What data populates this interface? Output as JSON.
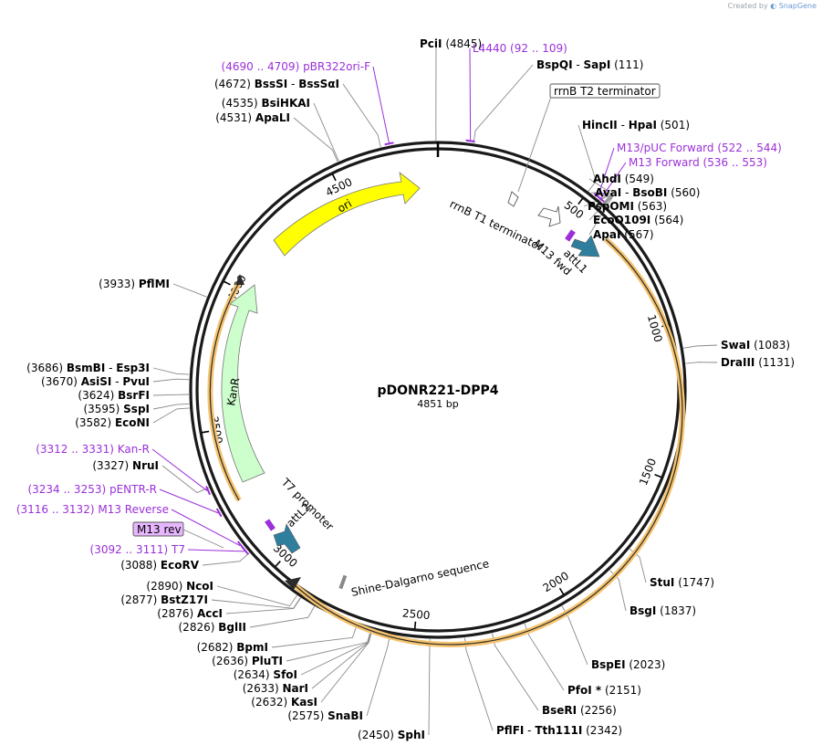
{
  "brand": {
    "created_by": "Created by",
    "name": "SnapGene"
  },
  "plasmid": {
    "name": "pDONR221-DPP4",
    "length_label": "4851 bp",
    "length": 4851
  },
  "colors": {
    "primer": "#9b30d9",
    "ori": "#ffff00",
    "kanr": "#ccffcc",
    "att": "#2e7f9e",
    "orf": "#f5c36e",
    "backbone": "#111111"
  },
  "ticks": [
    {
      "pos": 500,
      "label": "500"
    },
    {
      "pos": 1000,
      "label": "1000"
    },
    {
      "pos": 1500,
      "label": "1500"
    },
    {
      "pos": 2000,
      "label": "2000"
    },
    {
      "pos": 2500,
      "label": "2500"
    },
    {
      "pos": 3000,
      "label": "3000"
    },
    {
      "pos": 3500,
      "label": "3500"
    },
    {
      "pos": 4000,
      "label": "4000"
    },
    {
      "pos": 4500,
      "label": "4500"
    }
  ],
  "sites": [
    {
      "pos": 4845,
      "coord": "(4845)",
      "names": [
        "PciI"
      ]
    },
    {
      "pos": 111,
      "coord": "(111)",
      "names": [
        "BspQI",
        "SapI"
      ]
    },
    {
      "pos": 501,
      "coord": "(501)",
      "names": [
        "HincII",
        "HpaI"
      ]
    },
    {
      "pos": 549,
      "coord": "(549)",
      "names": [
        "AhdI"
      ]
    },
    {
      "pos": 560,
      "coord": "(560)",
      "names": [
        "AvaI",
        "BsoBI"
      ]
    },
    {
      "pos": 563,
      "coord": "(563)",
      "names": [
        "PspOMI"
      ]
    },
    {
      "pos": 564,
      "coord": "(564)",
      "names": [
        "EcoO109I"
      ]
    },
    {
      "pos": 567,
      "coord": "(567)",
      "names": [
        "ApaI"
      ]
    },
    {
      "pos": 1083,
      "coord": "(1083)",
      "names": [
        "SwaI"
      ]
    },
    {
      "pos": 1131,
      "coord": "(1131)",
      "names": [
        "DraIII"
      ]
    },
    {
      "pos": 1747,
      "coord": "(1747)",
      "names": [
        "StuI"
      ]
    },
    {
      "pos": 1837,
      "coord": "(1837)",
      "names": [
        "BsgI"
      ]
    },
    {
      "pos": 2023,
      "coord": "(2023)",
      "names": [
        "BspEI"
      ]
    },
    {
      "pos": 2151,
      "coord": "(2151)",
      "names": [
        "PfoI *"
      ]
    },
    {
      "pos": 2256,
      "coord": "(2256)",
      "names": [
        "BseRI"
      ]
    },
    {
      "pos": 2342,
      "coord": "(2342)",
      "names": [
        "PflFI",
        "Tth111I"
      ]
    },
    {
      "pos": 2450,
      "coord": "(2450)",
      "names": [
        "SphI"
      ]
    },
    {
      "pos": 2575,
      "coord": "(2575)",
      "names": [
        "SnaBI"
      ]
    },
    {
      "pos": 2632,
      "coord": "(2632)",
      "names": [
        "KasI"
      ]
    },
    {
      "pos": 2633,
      "coord": "(2633)",
      "names": [
        "NarI"
      ]
    },
    {
      "pos": 2634,
      "coord": "(2634)",
      "names": [
        "SfoI"
      ]
    },
    {
      "pos": 2636,
      "coord": "(2636)",
      "names": [
        "PluTI"
      ]
    },
    {
      "pos": 2682,
      "coord": "(2682)",
      "names": [
        "BpmI"
      ]
    },
    {
      "pos": 2826,
      "coord": "(2826)",
      "names": [
        "BglII"
      ]
    },
    {
      "pos": 2876,
      "coord": "(2876)",
      "names": [
        "AccI"
      ]
    },
    {
      "pos": 2877,
      "coord": "(2877)",
      "names": [
        "BstZ17I"
      ]
    },
    {
      "pos": 2890,
      "coord": "(2890)",
      "names": [
        "NcoI"
      ]
    },
    {
      "pos": 3088,
      "coord": "(3088)",
      "names": [
        "EcoRV"
      ]
    },
    {
      "pos": 3327,
      "coord": "(3327)",
      "names": [
        "NruI"
      ]
    },
    {
      "pos": 3582,
      "coord": "(3582)",
      "names": [
        "EcoNI"
      ]
    },
    {
      "pos": 3595,
      "coord": "(3595)",
      "names": [
        "SspI"
      ]
    },
    {
      "pos": 3624,
      "coord": "(3624)",
      "names": [
        "BsrFI"
      ]
    },
    {
      "pos": 3670,
      "coord": "(3670)",
      "names": [
        "AsiSI",
        "PvuI"
      ]
    },
    {
      "pos": 3686,
      "coord": "(3686)",
      "names": [
        "BsmBI",
        "Esp3I"
      ]
    },
    {
      "pos": 3933,
      "coord": "(3933)",
      "names": [
        "PflMI"
      ]
    },
    {
      "pos": 4531,
      "coord": "(4531)",
      "names": [
        "ApaLI"
      ]
    },
    {
      "pos": 4535,
      "coord": "(4535)",
      "names": [
        "BsiHKAI"
      ]
    },
    {
      "pos": 4672,
      "coord": "(4672)",
      "names": [
        "BssSI",
        "BssSαI"
      ]
    }
  ],
  "primers": [
    {
      "name": "L4440",
      "range": "(92 .. 109)",
      "pos": 100
    },
    {
      "name": "pBR322ori-F",
      "range": "(4690 .. 4709)",
      "pos": 4700
    },
    {
      "name": "M13/pUC Forward",
      "range": "(522 .. 544)",
      "pos": 533
    },
    {
      "name": "M13 Forward",
      "range": "(536 .. 553)",
      "pos": 545
    },
    {
      "name": "Kan-R",
      "range": "(3312 .. 3331)",
      "pos": 3320
    },
    {
      "name": "pENTR-R",
      "range": "(3234 .. 3253)",
      "pos": 3244
    },
    {
      "name": "M13 Reverse",
      "range": "(3116 .. 3132)",
      "pos": 3124
    },
    {
      "name": "T7",
      "range": "(3092 .. 3111)",
      "pos": 3101
    }
  ],
  "primer_box": {
    "label": "M13 rev"
  },
  "features": {
    "rrnb_t2": "rrnB T2 terminator",
    "rrnb_t1": "rrnB T1 terminator",
    "m13_fwd": "M13 fwd",
    "attl1": "attL1",
    "attl2": "attL2",
    "t7_promoter": "T7 promoter",
    "shine_dalgarno": "Shine-Dalgarno sequence",
    "kanr": "KanR",
    "ori": "ori"
  }
}
